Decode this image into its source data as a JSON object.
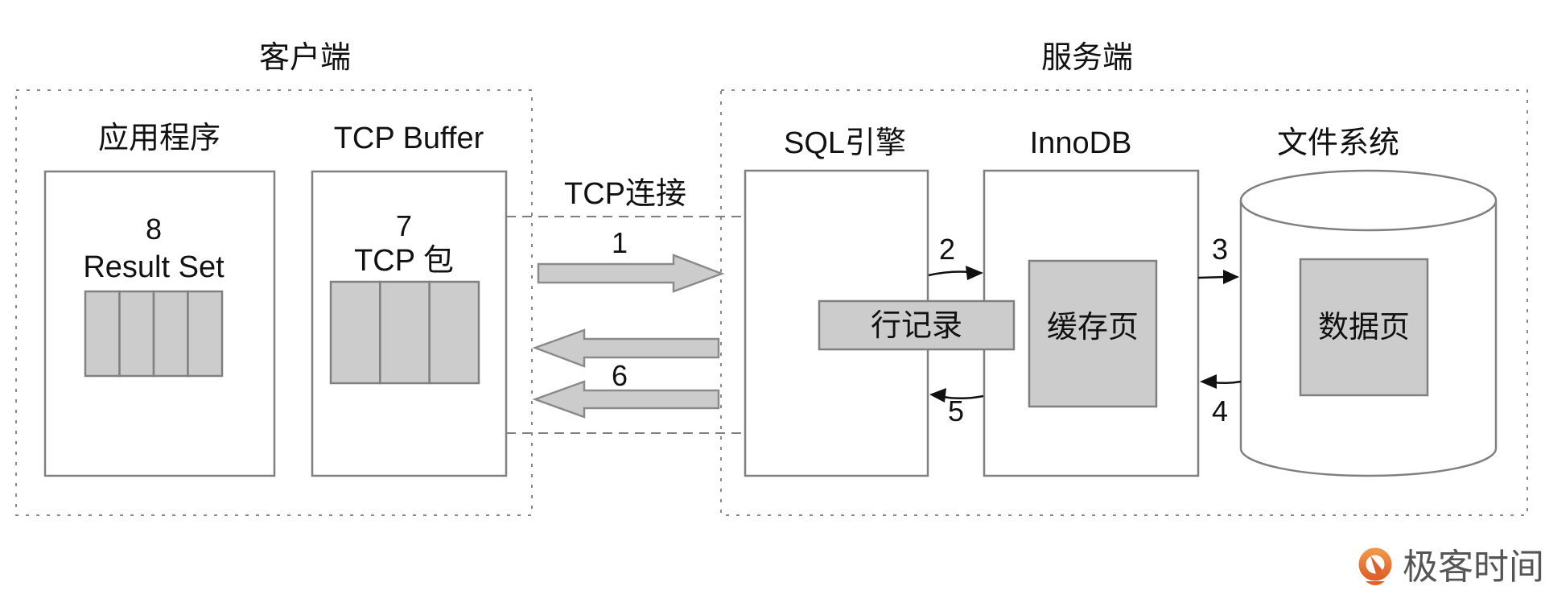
{
  "client": {
    "title": "客户端",
    "application": {
      "title": "应用程序",
      "step": "8",
      "content": "Result Set",
      "segments": 4
    },
    "tcp_buffer": {
      "title": "TCP Buffer",
      "step": "7",
      "content": "TCP 包",
      "segments": 3
    }
  },
  "connection": {
    "title": "TCP连接",
    "request_step": "1",
    "response_step": "6"
  },
  "server": {
    "title": "服务端",
    "sql_engine": {
      "title": "SQL引擎",
      "row_record": "行记录"
    },
    "innodb": {
      "title": "InnoDB",
      "cache_page": "缓存页"
    },
    "file_system": {
      "title": "文件系统",
      "data_page": "数据页"
    },
    "steps": {
      "sql_to_innodb": "2",
      "innodb_to_fs": "3",
      "fs_to_innodb": "4",
      "innodb_to_sql": "5"
    }
  },
  "branding": {
    "logo_text": "极客时间",
    "logo_color": "#e8743b"
  },
  "colors": {
    "box_fill": "#cccccc",
    "box_stroke": "#808080",
    "text": "#111111"
  }
}
